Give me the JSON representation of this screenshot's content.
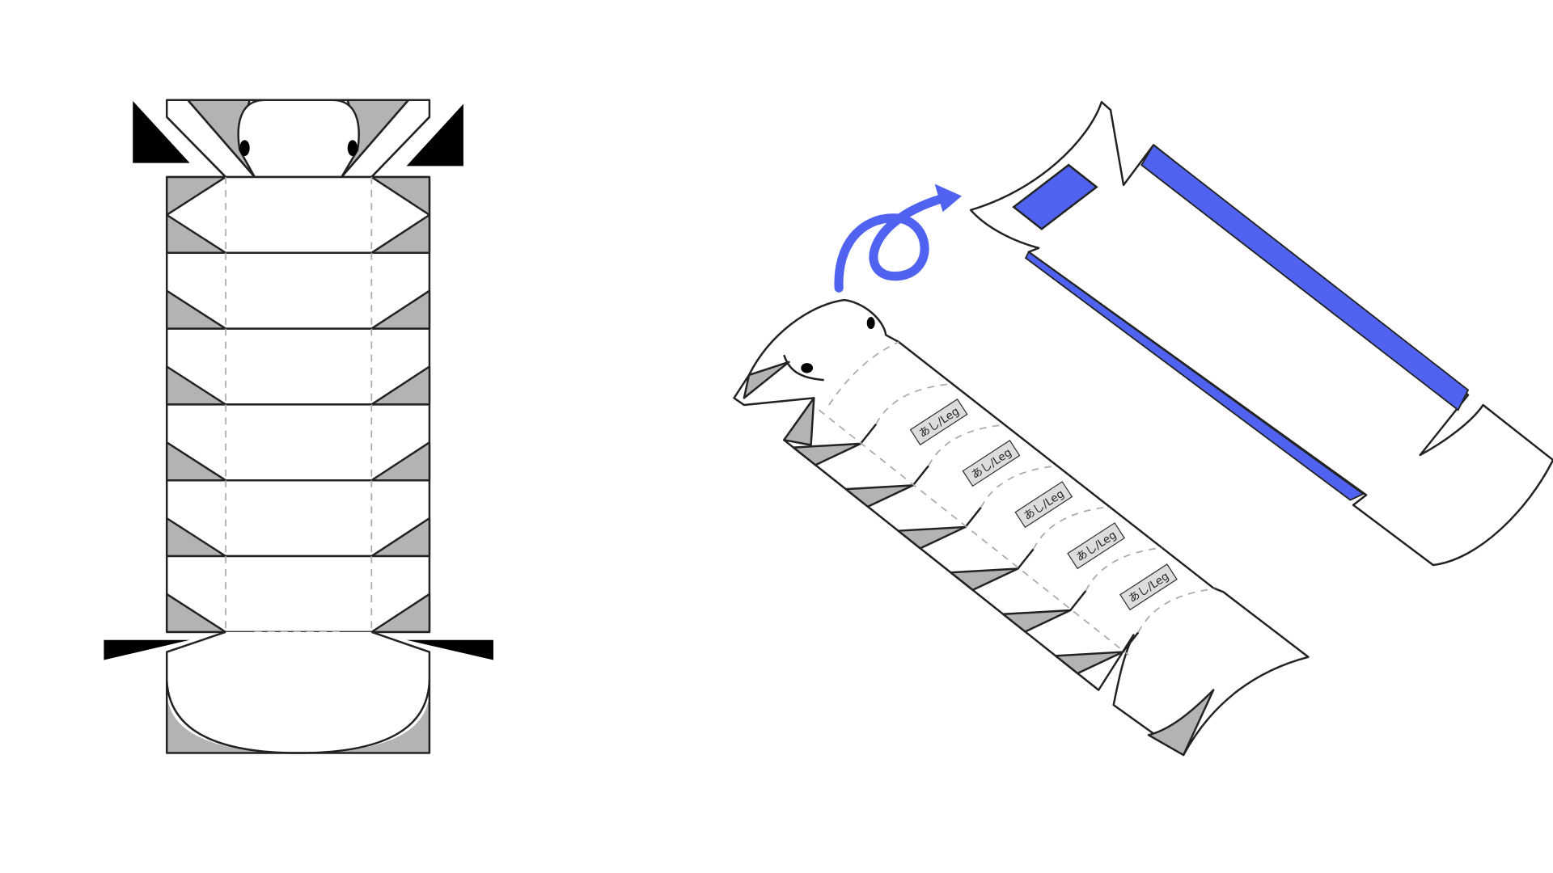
{
  "diagram": {
    "template_view": {
      "segments": 6
    },
    "assembled_view": {
      "leg_labels": [
        "あし/Leg",
        "あし/Leg",
        "あし/Leg",
        "あし/Leg",
        "あし/Leg"
      ]
    },
    "icons": {
      "rotate-arrow": "curl-arrow-icon"
    },
    "colors": {
      "accent": "#4f63f0",
      "glue_tab": "#b3b3b3",
      "cut_mark": "#000000",
      "outline": "#222222",
      "fold_line": "#aaaaaa"
    }
  }
}
